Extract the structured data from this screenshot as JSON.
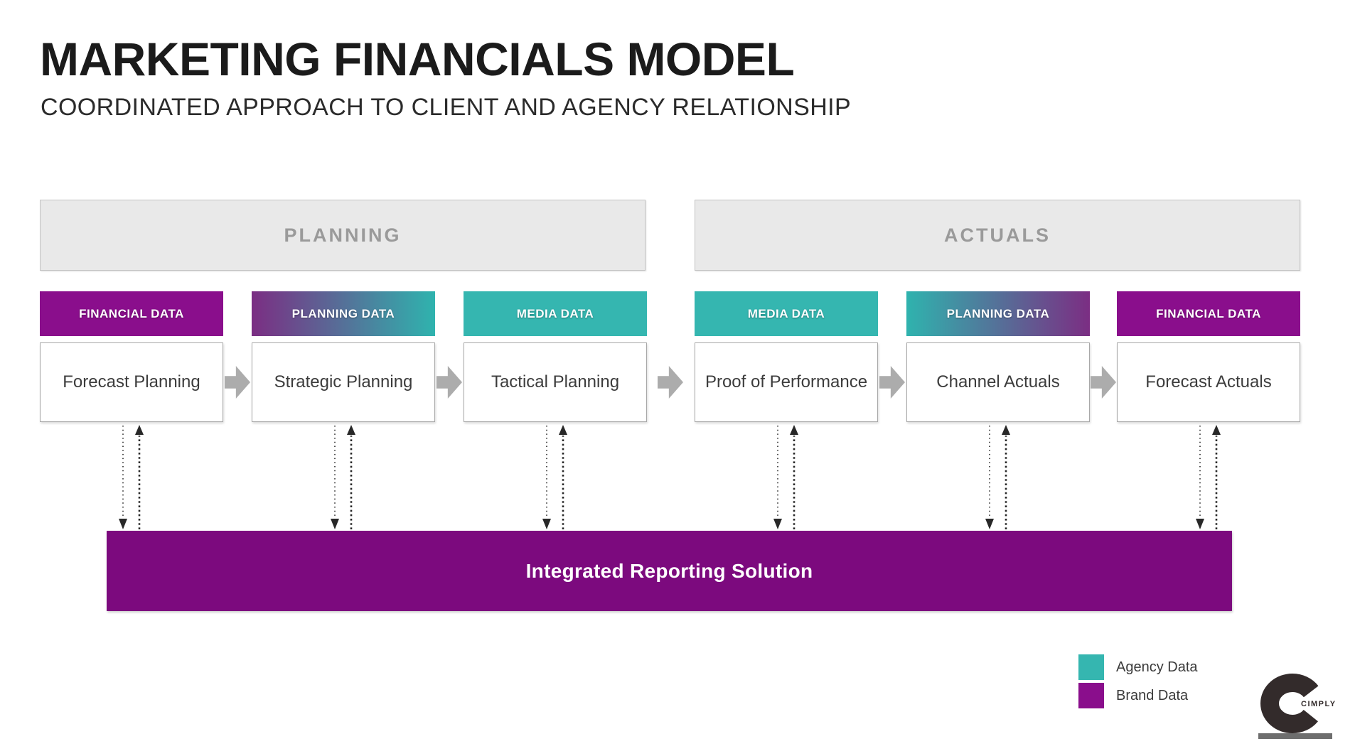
{
  "title": "MARKETING FINANCIALS MODEL",
  "subtitle": "COORDINATED APPROACH TO CLIENT AND AGENCY RELATIONSHIP",
  "phases": [
    {
      "label": "PLANNING"
    },
    {
      "label": "ACTUALS"
    }
  ],
  "columns": [
    {
      "tag": "FINANCIAL DATA",
      "box": "Forecast Planning",
      "data_type": "brand"
    },
    {
      "tag": "PLANNING DATA",
      "box": "Strategic Planning",
      "data_type": "brand-to-agency"
    },
    {
      "tag": "MEDIA DATA",
      "box": "Tactical Planning",
      "data_type": "agency"
    },
    {
      "tag": "MEDIA DATA",
      "box": "Proof of Performance",
      "data_type": "agency"
    },
    {
      "tag": "PLANNING DATA",
      "box": "Channel Actuals",
      "data_type": "agency-to-brand"
    },
    {
      "tag": "FINANCIAL DATA",
      "box": "Forecast Actuals",
      "data_type": "brand"
    }
  ],
  "reporting_bar": {
    "label": "Integrated Reporting Solution"
  },
  "legend": {
    "items": [
      {
        "label": "Agency Data",
        "color": "#35B6B0"
      },
      {
        "label": "Brand Data",
        "color": "#8A0E8C"
      }
    ]
  },
  "logo": {
    "text": "CIMPLY"
  },
  "colors": {
    "agency_teal": "#35B6B0",
    "brand_purple": "#8A0E8C",
    "reporting_purple": "#7C0A7E",
    "phase_header_fill": "#E9E9E9",
    "flow_arrow_gray": "#ACACAC"
  }
}
